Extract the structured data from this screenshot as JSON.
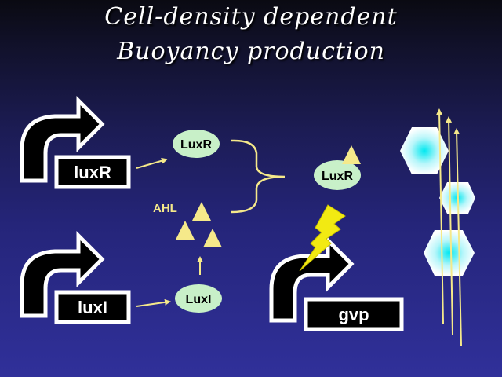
{
  "title": {
    "line1": "Cell-density dependent",
    "line2": "Buoyancy production"
  },
  "genes": {
    "luxR": "luxR",
    "luxI": "luxI",
    "gvp": "gvp"
  },
  "proteins": {
    "luxr_free": "LuxR",
    "luxi": "LuxI",
    "luxr_complex": "LuxR"
  },
  "labels": {
    "ahl": "AHL"
  },
  "colors": {
    "protein_fill": "#c8f0c8",
    "ahl": "#f5e98a",
    "arrow": "#f5e98a",
    "bolt": "#f2ea12",
    "vesicle_center": "#00e8f0"
  }
}
